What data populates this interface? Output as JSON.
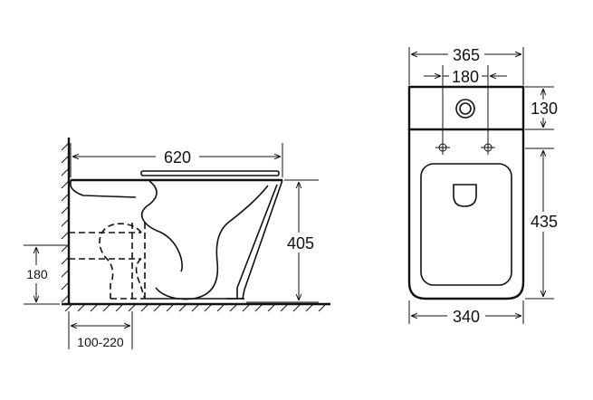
{
  "side_view": {
    "length": "620",
    "height": "405",
    "outlet_height": "180",
    "outlet_distance": "100-220"
  },
  "top_view": {
    "width_top": "365",
    "hole_spacing": "180",
    "tank_depth": "130",
    "bowl_depth": "435",
    "bowl_width": "340"
  }
}
